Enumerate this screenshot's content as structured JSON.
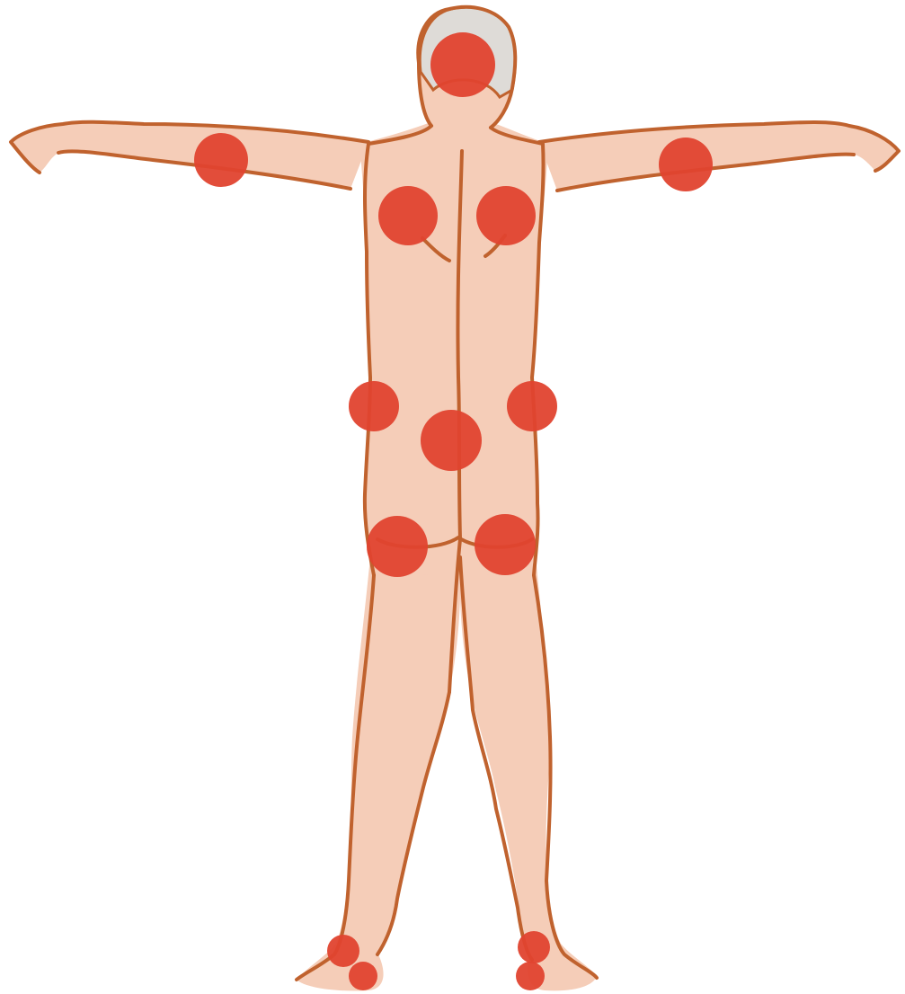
{
  "figure": {
    "subject": "human-body-back-view",
    "colors": {
      "background": "#ffffff",
      "skin": "#f5cdb8",
      "outline": "#c0622e",
      "hair": "#dedbd7",
      "marker": "#e0432f"
    },
    "markers": [
      {
        "id": "back-of-head"
      },
      {
        "id": "left-elbow"
      },
      {
        "id": "right-elbow"
      },
      {
        "id": "left-shoulder-blade"
      },
      {
        "id": "right-shoulder-blade"
      },
      {
        "id": "left-hip"
      },
      {
        "id": "right-hip"
      },
      {
        "id": "lower-back"
      },
      {
        "id": "left-buttock"
      },
      {
        "id": "right-buttock"
      },
      {
        "id": "left-ankle"
      },
      {
        "id": "right-ankle"
      },
      {
        "id": "left-heel"
      },
      {
        "id": "right-heel"
      }
    ]
  }
}
